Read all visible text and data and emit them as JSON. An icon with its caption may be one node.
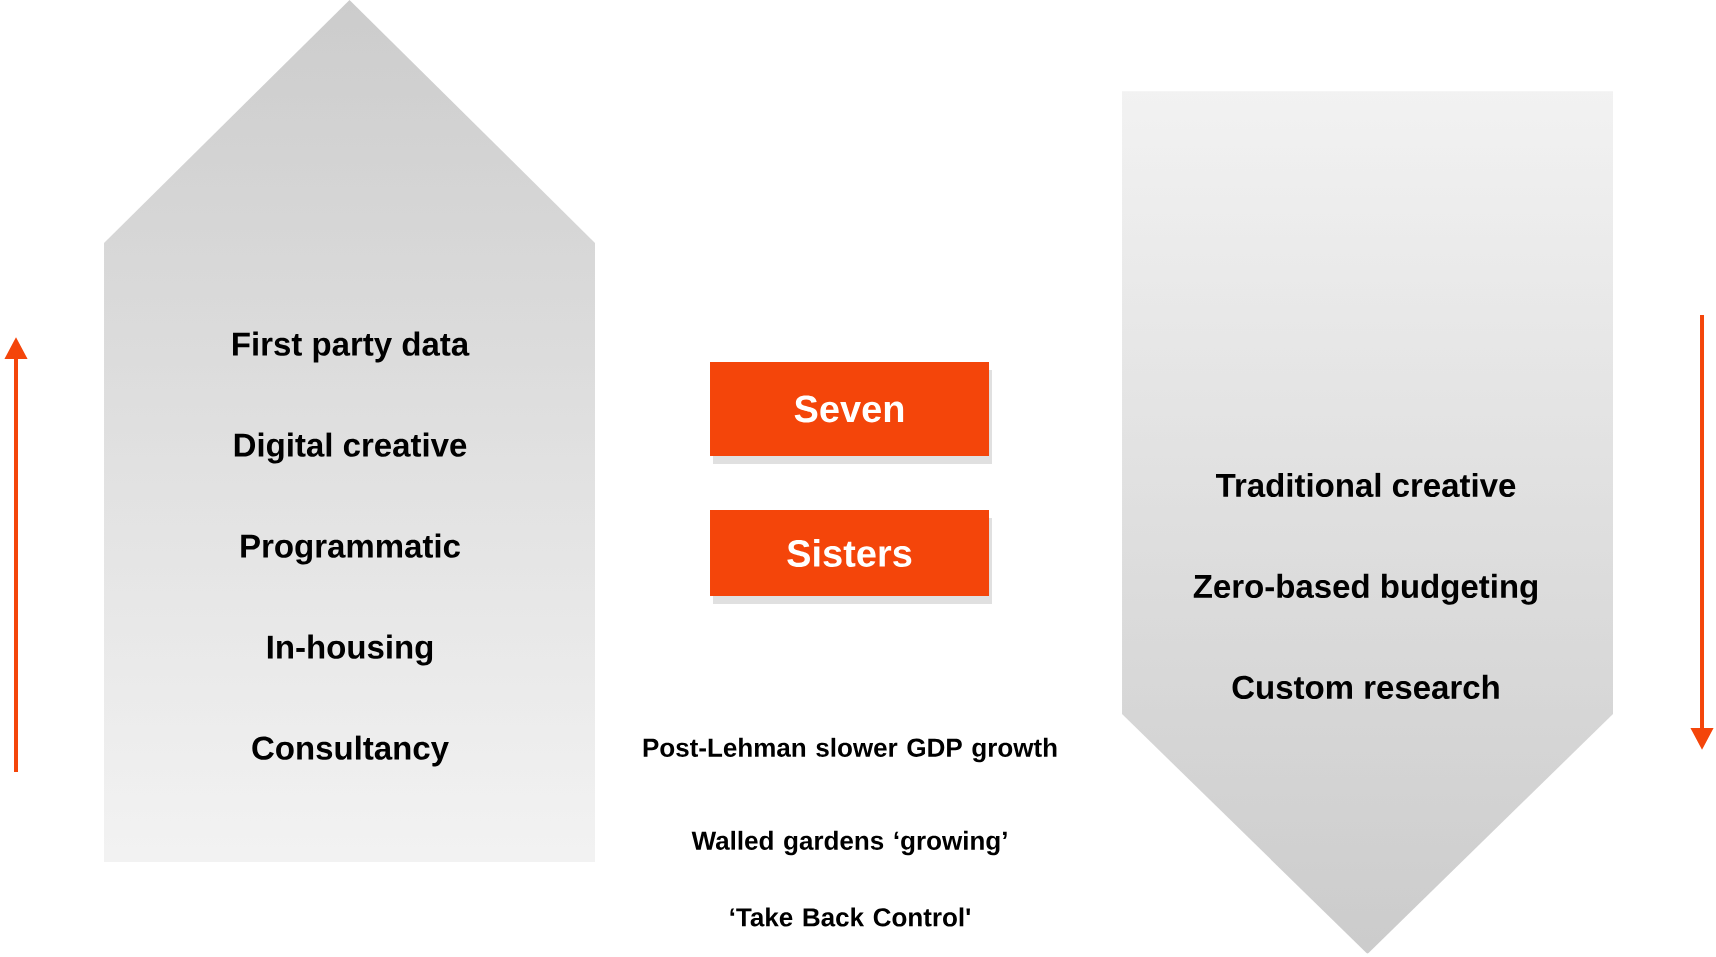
{
  "diagram": {
    "nodes": [
      {
        "text": [
          "First party data",
          "Digital creative",
          "Programmatic",
          "In-housing",
          "Consultancy"
        ]
      },
      {
        "text": [
          "Seven"
        ]
      },
      {
        "text": [
          "Sisters"
        ]
      },
      {
        "text": [
          "Traditional creative",
          "Zero-based budgeting",
          "Custom research"
        ]
      }
    ],
    "labels": [
      "Post-Lehman slower GDP growth",
      "Walled gardens ‘growing’",
      "‘Take Back Control'"
    ]
  }
}
